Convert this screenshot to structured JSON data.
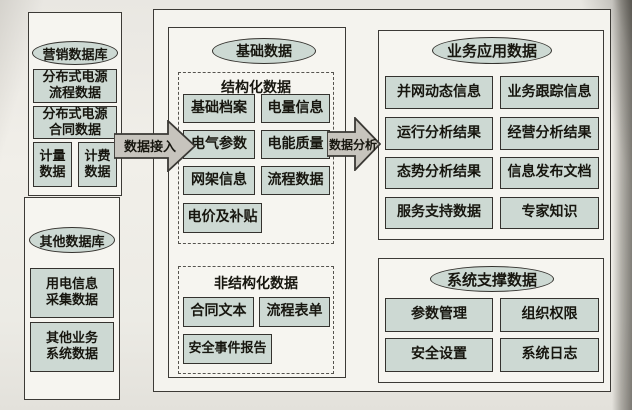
{
  "colors": {
    "box_fill": "#cdd9d3",
    "border": "#34322e",
    "paper": "#f6f5f0",
    "page_bg": "#e9e7e2",
    "text": "#17160f"
  },
  "left": {
    "marketing": {
      "title": "营销数据库",
      "flow_data": [
        "分布式电源",
        "流程数据"
      ],
      "contract_data": [
        "分布式电源",
        "合同数据"
      ],
      "metering": [
        "计量",
        "数据"
      ],
      "billing": [
        "计费",
        "数据"
      ]
    },
    "other": {
      "title": "其他数据库",
      "consumption_data": [
        "用电信息",
        "采集数据"
      ],
      "other_business_data": [
        "其他业务",
        "系统数据"
      ]
    }
  },
  "arrows": {
    "access": "数据接入",
    "analysis": "数据分析"
  },
  "center": {
    "title": "基础数据",
    "structured": {
      "title": "结构化数据",
      "cells": [
        "基础档案",
        "电量信息",
        "电气参数",
        "电能质量",
        "网架信息",
        "流程数据",
        "电价及补贴"
      ]
    },
    "unstructured": {
      "title": "非结构化数据",
      "cells": [
        "合同文本",
        "流程表单",
        "安全事件报告"
      ]
    }
  },
  "right": {
    "business": {
      "title": "业务应用数据",
      "cells": [
        "并网动态信息",
        "业务跟踪信息",
        "运行分析结果",
        "经营分析结果",
        "态势分析结果",
        "信息发布文档",
        "服务支持数据",
        "专家知识"
      ]
    },
    "system": {
      "title": "系统支撑数据",
      "cells": [
        "参数管理",
        "组织权限",
        "安全设置",
        "系统日志"
      ]
    }
  }
}
